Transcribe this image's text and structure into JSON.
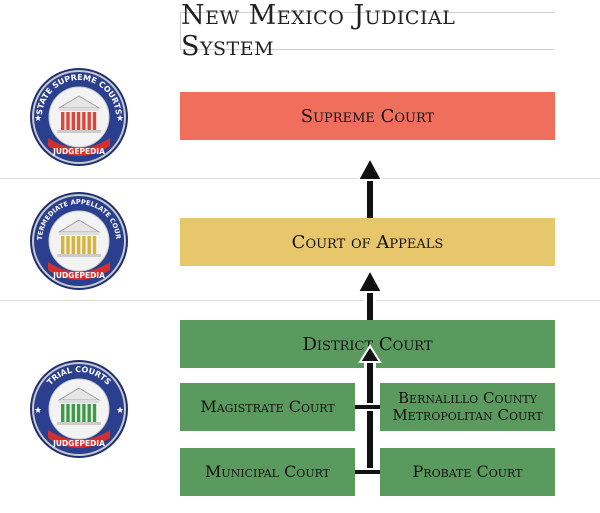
{
  "title": "New Mexico Judicial System",
  "seals": [
    {
      "ring_text": "STATE SUPREME COURTS",
      "bottom_text": "JUDGEPEDIA",
      "column_color": "#d9473a"
    },
    {
      "ring_text": "INTERMEDIATE APPELLATE COURTS",
      "bottom_text": "JUDGEPEDIA",
      "column_color": "#d6b43c"
    },
    {
      "ring_text": "TRIAL COURTS",
      "bottom_text": "JUDGEPEDIA",
      "column_color": "#3f9a47"
    }
  ],
  "courts": {
    "supreme": "Supreme Court",
    "appeals": "Court of Appeals",
    "district": "District Court",
    "magistrate": "Magistrate Court",
    "bernalillo_line1": "Bernalillo County",
    "bernalillo_line2": "Metropolitan Court",
    "municipal": "Municipal Court",
    "probate": "Probate Court"
  },
  "colors": {
    "supreme": "#ef6f5c",
    "appeals": "#e8c66c",
    "trial": "#5b9a5e",
    "seal_ring": "#2b3f8f",
    "seal_inner": "#f3f3f3"
  }
}
